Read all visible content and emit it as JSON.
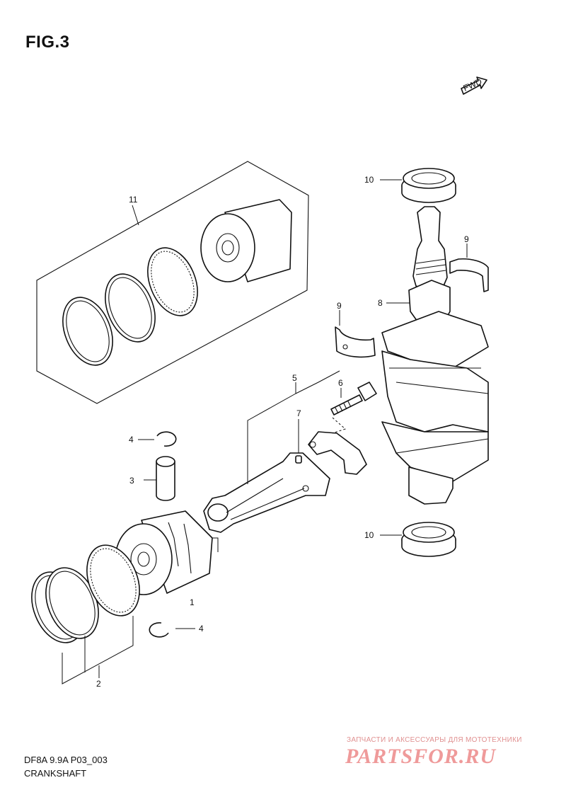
{
  "figure": {
    "title": "FIG.3"
  },
  "fwd_badge": "FWD",
  "callouts": {
    "p1": "1",
    "p2": "2",
    "p3": "3",
    "p4a": "4",
    "p4b": "4",
    "p5": "5",
    "p6": "6",
    "p7": "7",
    "p8": "8",
    "p9a": "9",
    "p9b": "9",
    "p10a": "10",
    "p10b": "10",
    "p11": "11"
  },
  "footer": {
    "code": "DF8A 9.9A P03_003",
    "name": "CRANKSHAFT"
  },
  "watermark": {
    "tagline": "ЗАПЧАСТИ И АКСЕССУАРЫ ДЛЯ МОТОТЕХНИКИ",
    "site": "PARTSFOR.RU"
  },
  "colors": {
    "line": "#111111",
    "watermark": "#ef9a9a"
  }
}
